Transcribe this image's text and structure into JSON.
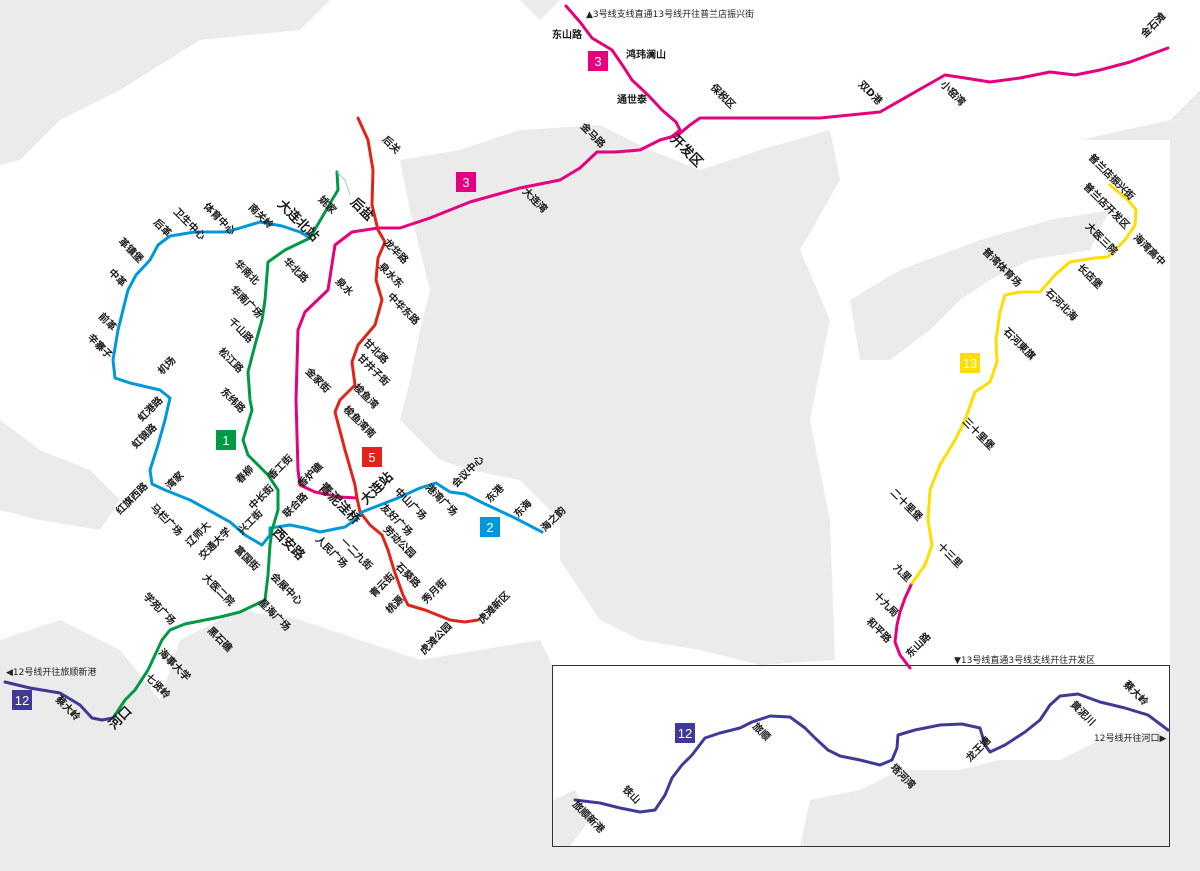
{
  "title": "大连地铁线路图",
  "lines": [
    {
      "id": "line-1",
      "badge": "1",
      "color": "#009a44",
      "stations": [
        "姚家",
        "大连北站",
        "华北路",
        "华南北",
        "华南广场",
        "千山路",
        "松江路",
        "东纬路",
        "春柳",
        "香工街",
        "中长街",
        "兴工街",
        "西安路",
        "富国街",
        "会展中心",
        "星海广场",
        "黑石礁",
        "大医二院",
        "学苑广场",
        "海事大学",
        "七贤岭",
        "河口"
      ]
    },
    {
      "id": "line-2",
      "badge": "2",
      "color": "#0098d8",
      "stations": [
        "海之韵",
        "东海",
        "东港",
        "会议中心",
        "港湾广场",
        "中山广场",
        "友好广场",
        "青泥洼桥",
        "一二九街",
        "人民广场",
        "联合路",
        "辽师大",
        "交通大学",
        "马栏广场",
        "湾家",
        "红旗西路",
        "虹锦路",
        "虹港路",
        "机场",
        "辛寨子",
        "前革",
        "中革",
        "革镇堡",
        "后革",
        "卫生中心",
        "体育中心",
        "南关岭"
      ]
    },
    {
      "id": "line-3",
      "badge": "3",
      "color": "#e4007f",
      "stations": [
        "金石滩",
        "小窑湾",
        "双D港",
        "保税区",
        "开发区",
        "金马路",
        "大连湾",
        "后盐",
        "泉水",
        "金家街",
        "香炉礁",
        "大连站"
      ],
      "branch_stations": [
        "东山路",
        "鸿玮澜山",
        "通世泰"
      ],
      "branch_south_stations": [
        "九里",
        "十九局",
        "和平路",
        "东山路"
      ]
    },
    {
      "id": "line-5",
      "badge": "5",
      "color": "#e2231a",
      "stations": [
        "后关",
        "龙华路",
        "泉水东",
        "中华东路",
        "甘北路",
        "甘井子街",
        "梭鱼湾",
        "梭鱼湾南",
        "劳动公园",
        "石葵路",
        "青云街",
        "桃源",
        "秀月街",
        "虎滩公园",
        "虎滩新区"
      ]
    },
    {
      "id": "line-12",
      "badge": "12",
      "color": "#3f3a98",
      "stations": [
        "蔡大岭"
      ],
      "inset_stations": [
        "旅顺新港",
        "铁山",
        "旅顺",
        "塔河湾",
        "龙王塘",
        "黄泥川",
        "蔡大岭"
      ]
    },
    {
      "id": "line-13",
      "badge": "13",
      "color": "#ffdd00",
      "stations": [
        "十三里",
        "二十里堡",
        "三十里堡",
        "石河東旗",
        "普湾体育场",
        "石河北海",
        "长店堡",
        "大医三院",
        "海湾高中",
        "普兰店开发区",
        "普兰店振兴街"
      ]
    }
  ],
  "notes": {
    "line3_branch": "▲3号线支线直通13号线开往普兰店振兴街",
    "line13_through": "▼13号线直通3号线支线开往开发区",
    "line12_west": "◀12号线开往旅顺新港",
    "line12_east": "12号线开往河口▶"
  }
}
